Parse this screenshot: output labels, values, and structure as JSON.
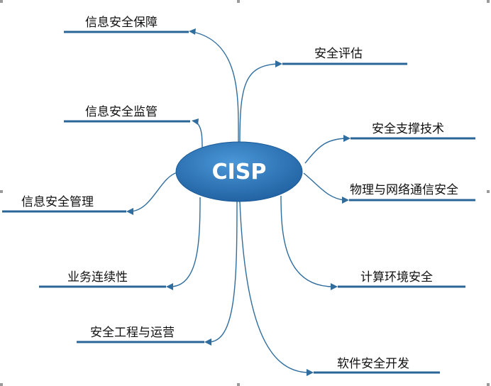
{
  "center": {
    "label": "CISP",
    "color": "#1f6fb5",
    "highlight": "#4a97d8"
  },
  "branches": [
    {
      "id": "info-security-assurance",
      "label": "信息安全保障",
      "side": "left"
    },
    {
      "id": "security-assessment",
      "label": "安全评估",
      "side": "right"
    },
    {
      "id": "info-security-supervision",
      "label": "信息安全监管",
      "side": "left"
    },
    {
      "id": "security-support-tech",
      "label": "安全支撑技术",
      "side": "right"
    },
    {
      "id": "physical-network-security",
      "label": "物理与网络通信安全",
      "side": "right"
    },
    {
      "id": "info-security-management",
      "label": "信息安全管理",
      "side": "left"
    },
    {
      "id": "computing-env-security",
      "label": "计算环境安全",
      "side": "right"
    },
    {
      "id": "business-continuity",
      "label": "业务连续性",
      "side": "left"
    },
    {
      "id": "security-engineering-ops",
      "label": "安全工程与运营",
      "side": "left"
    },
    {
      "id": "software-dev-security",
      "label": "软件安全开发",
      "side": "right"
    }
  ],
  "line_color": "#2f6d9e",
  "underline_color": "#2a6598"
}
